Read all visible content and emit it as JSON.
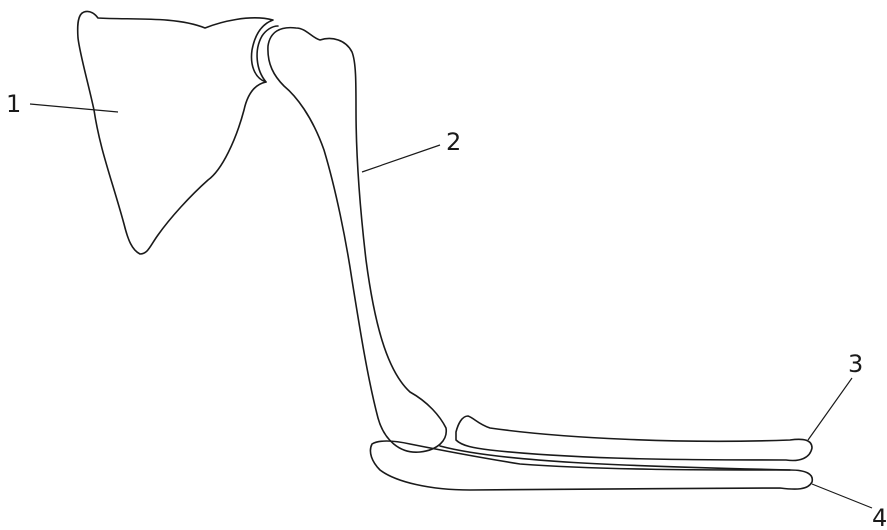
{
  "labels": {
    "one": "1",
    "two": "2",
    "three": "3",
    "four": "4"
  },
  "colors": {
    "stroke": "#1a1a1a",
    "background": "#ffffff"
  }
}
